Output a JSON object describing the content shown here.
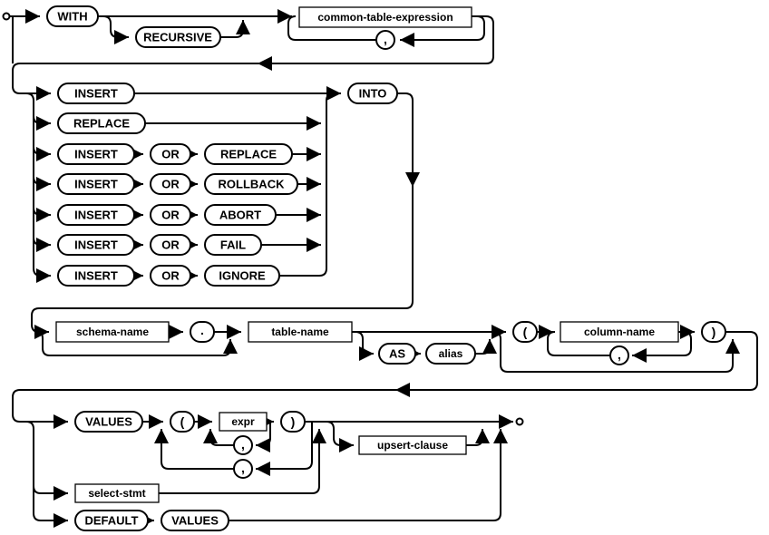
{
  "diagram": {
    "background": "#ffffff",
    "stroke_color": "#000000"
  },
  "nodes": {
    "with": "WITH",
    "recursive": "RECURSIVE",
    "common_table_expression": "common-table-expression",
    "comma": ",",
    "insert": "INSERT",
    "replace": "REPLACE",
    "or": "OR",
    "rollback": "ROLLBACK",
    "abort": "ABORT",
    "fail": "FAIL",
    "ignore": "IGNORE",
    "into": "INTO",
    "schema_name": "schema-name",
    "dot": ".",
    "table_name": "table-name",
    "as": "AS",
    "alias": "alias",
    "open_paren": "(",
    "column_name": "column-name",
    "close_paren": ")",
    "values": "VALUES",
    "expr": "expr",
    "upsert_clause": "upsert-clause",
    "select_stmt": "select-stmt",
    "default": "DEFAULT"
  }
}
